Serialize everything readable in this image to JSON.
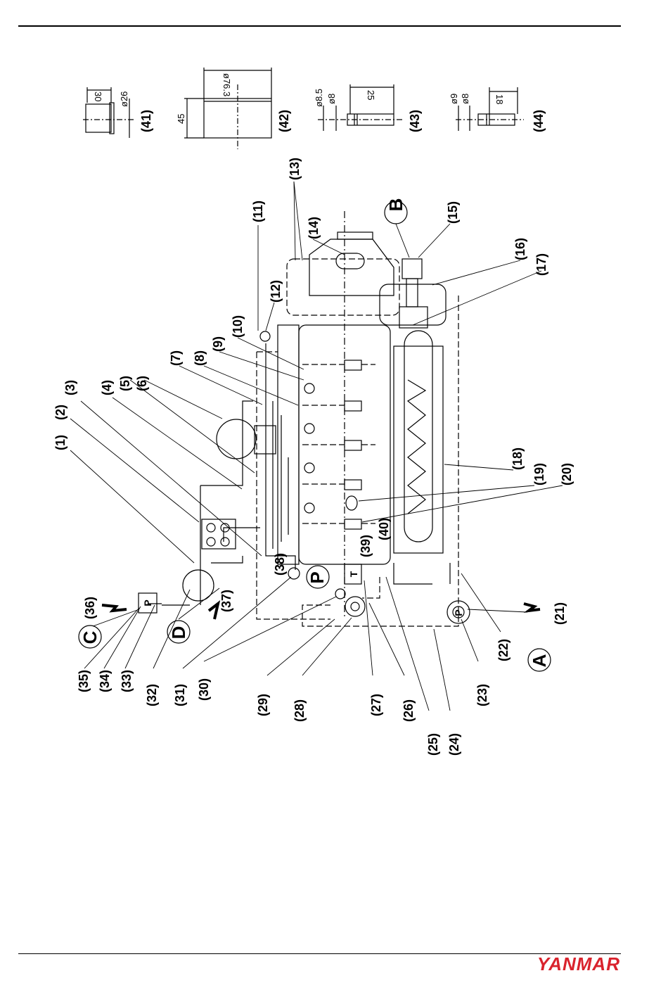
{
  "brand": "YANMAR",
  "part_labels": [
    "(1)",
    "(2)",
    "(3)",
    "(4)",
    "(5)",
    "(6)",
    "(7)",
    "(8)",
    "(9)",
    "(10)",
    "(11)",
    "(12)",
    "(13)",
    "(14)",
    "(15)",
    "(16)",
    "(17)",
    "(18)",
    "(19)",
    "(20)",
    "(21)",
    "(22)",
    "(23)",
    "(24)",
    "(25)",
    "(26)",
    "(27)",
    "(28)",
    "(29)",
    "(30)",
    "(31)",
    "(32)",
    "(33)",
    "(34)",
    "(35)",
    "(36)",
    "(37)",
    "(38)",
    "(39)",
    "(40)",
    "(41)",
    "(42)",
    "(43)",
    "(44)"
  ],
  "circle_letters": [
    "A",
    "B",
    "C",
    "D"
  ],
  "pump_letters": [
    "P",
    "P"
  ],
  "box_letters": [
    "P",
    "T"
  ],
  "dimensions": {
    "d41_a": "30",
    "d41_b": "ø26",
    "d42_a": "45",
    "d42_b": "ø76.3",
    "d43_a": "ø8.5",
    "d43_b": "ø8",
    "d43_c": "25",
    "d44_a": "ø9",
    "d44_b": "ø8",
    "d44_c": "18"
  }
}
